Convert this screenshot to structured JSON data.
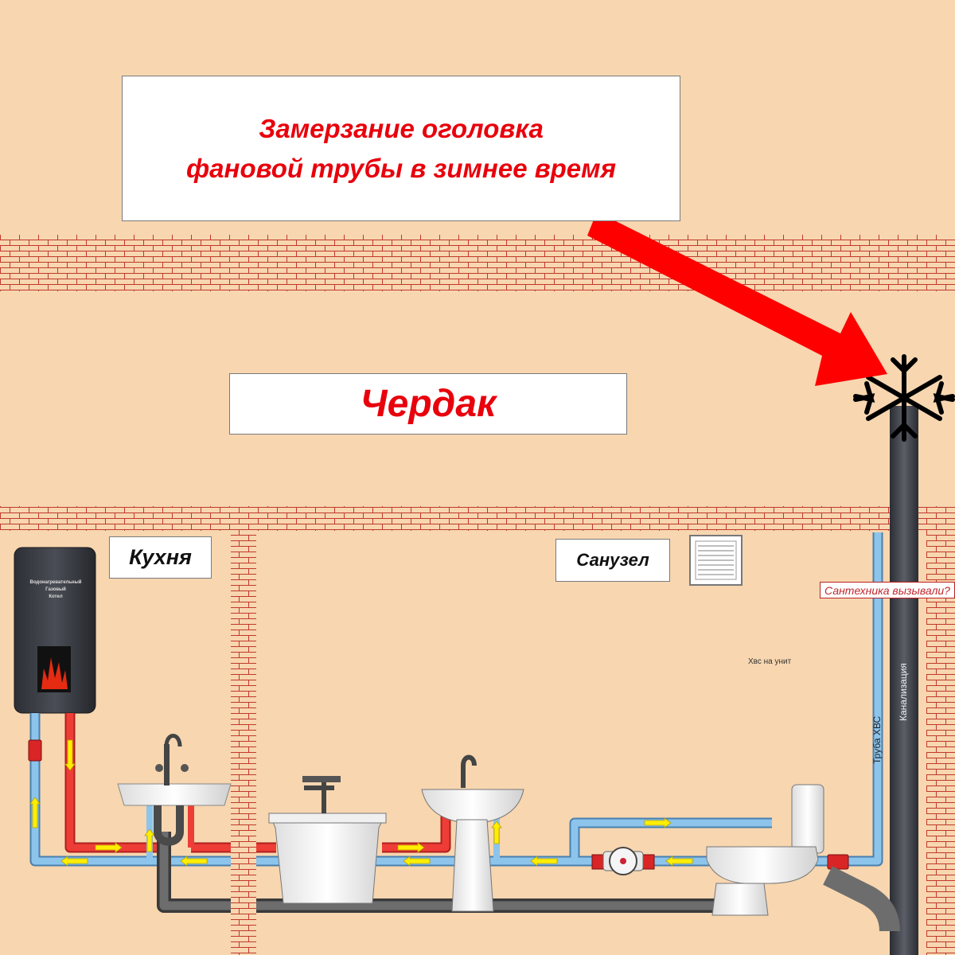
{
  "title": "Замерзание оголовка\nфановой трубы в зимнее время",
  "attic_label": "Чердак",
  "kitchen_label": "Кухня",
  "bathroom_label": "Санузел",
  "plumber_note": "Сантехника вызывали?",
  "sewer_pipe_label": "Канализация",
  "cold_pipe_label": "Труба ХВС",
  "toilet_pipe_label": "Хвс на унит",
  "heater_label": "Водонагревательный\nГазовый\nКотел",
  "colors": {
    "background": "#f7d6b0",
    "brick_line": "#c0392b",
    "hot_pipe": "#e8312f",
    "cold_pipe": "#7fb8e3",
    "sewer_pipe": "#4a4a4a",
    "arrow": "#ff0000",
    "flow_arrow": "#ffee00"
  },
  "icons": [
    "snowflake-icon",
    "vent-grille-icon",
    "flame-icon"
  ]
}
